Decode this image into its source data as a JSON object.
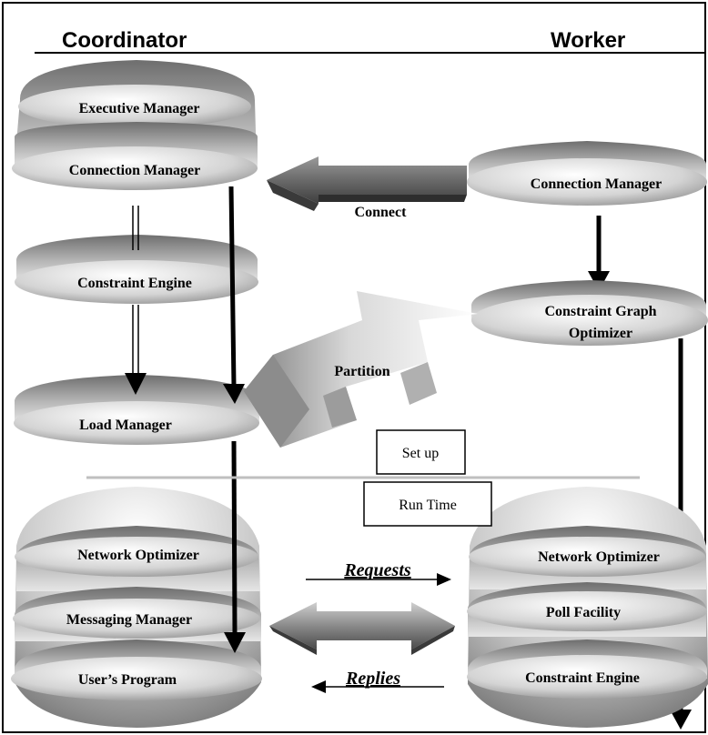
{
  "headers": {
    "left": "Coordinator",
    "right": "Worker"
  },
  "coordinator": {
    "executive_manager": "Executive Manager",
    "connection_manager": "Connection Manager",
    "constraint_engine": "Constraint Engine",
    "load_manager": "Load Manager",
    "network_optimizer": "Network Optimizer",
    "messaging_manager": "Messaging Manager",
    "users_program": "User’s Program"
  },
  "worker": {
    "connection_manager": "Connection Manager",
    "constraint_graph_optimizer_line1": "Constraint Graph",
    "constraint_graph_optimizer_line2": "Optimizer",
    "network_optimizer": "Network Optimizer",
    "poll_facility": "Poll Facility",
    "constraint_engine": "Constraint Engine"
  },
  "flows": {
    "connect": "Connect",
    "partition": "Partition",
    "requests": "Requests",
    "replies": "Replies"
  },
  "phases": {
    "setup": "Set up",
    "runtime": "Run Time"
  },
  "colors": {
    "border": "#000000",
    "disk_light": "#f2f2f2",
    "disk_dark": "#7a7a7a",
    "arrow_dark": "#5a5a5a",
    "arrow_light": "#d9d9d9",
    "separator": "#bfbfbf"
  }
}
